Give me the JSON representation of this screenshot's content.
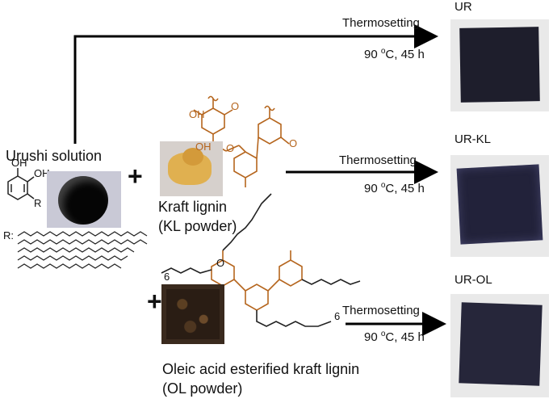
{
  "samples": {
    "ur": "UR",
    "ur_kl": "UR-KL",
    "ur_ol": "UR-OL"
  },
  "arrows": {
    "top": {
      "process": "Thermosetting",
      "condition_num": "90 ",
      "condition_sup": "o",
      "condition_rest": "C, 45 h"
    },
    "middle": {
      "process": "Thermosetting",
      "condition_num": "90 ",
      "condition_sup": "o",
      "condition_rest": "C, 45 h"
    },
    "bottom": {
      "process": "Thermosetting",
      "condition_num": "90 ",
      "condition_sup": "o",
      "condition_rest": "C, 45 h"
    }
  },
  "urushi": {
    "label": "Urushi solution",
    "oh1": "OH",
    "oh2": "OH",
    "r": "R",
    "r_label": "R:"
  },
  "plus_sign": "+",
  "kraft_lignin": {
    "line1": "Kraft lignin",
    "line2": "(KL powder)",
    "oh_a": "OH",
    "oh_b": "OH",
    "o_a": "O",
    "o_b": "O",
    "o_c": "O"
  },
  "oleic_lignin": {
    "line1": "Oleic acid esterified kraft lignin",
    "line2": "(OL powder)",
    "sub6": "6",
    "o": "O"
  },
  "colors": {
    "lignin_brown": "#b5651d",
    "arrow": "#000000",
    "film": "#1e1e2c",
    "powder_yellow": "#e0b050",
    "powder_dark": "#2a1d14"
  }
}
